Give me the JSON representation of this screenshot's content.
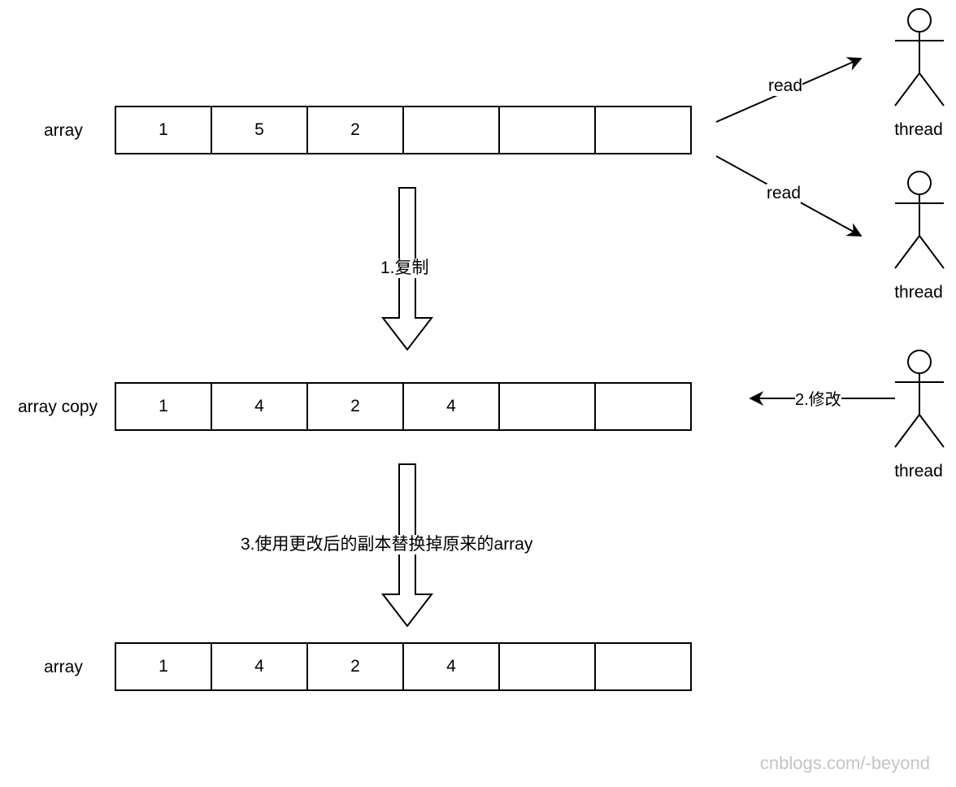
{
  "arrays": [
    {
      "label": "array",
      "cells": [
        "1",
        "5",
        "2",
        "",
        "",
        ""
      ]
    },
    {
      "label": "array copy",
      "cells": [
        "1",
        "4",
        "2",
        "4",
        "",
        ""
      ]
    },
    {
      "label": "array",
      "cells": [
        "1",
        "4",
        "2",
        "4",
        "",
        ""
      ]
    }
  ],
  "steps": {
    "copy": "1.复制",
    "modify": "2.修改",
    "replace": "3.使用更改后的副本替换掉原来的array"
  },
  "reads": [
    "read",
    "read"
  ],
  "actors": [
    "thread",
    "thread",
    "thread"
  ],
  "watermark": "cnblogs.com/-beyond"
}
